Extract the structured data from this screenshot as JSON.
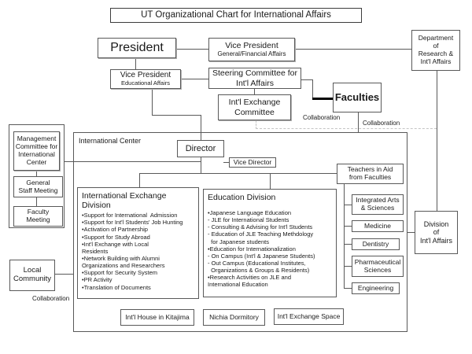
{
  "title": "UT Organizational Chart for International Affairs",
  "colors": {
    "border": "#595959",
    "line": "#595959",
    "thick_line": "#000000",
    "dashed": "#c4c4c4",
    "background": "#ffffff"
  },
  "nodes": {
    "president": "President",
    "vp_general": {
      "title": "Vice President",
      "sub": "General/Financial  Affairs"
    },
    "vp_educational": {
      "title": "Vice President",
      "sub": "Educational  Affairs"
    },
    "steering_committee": "Steering Committee for\nInt'l Affairs",
    "dept_research": "Department\nof\nResearch &\nInt'l Affairs",
    "intl_exchange_committee": "Int'l Exchange\nCommittee",
    "faculties": "Faculties",
    "intl_center_label": "International  Center",
    "director": "Director",
    "vice_director": "Vice Director",
    "mgmt_committee": "Management\nCommittee for\nInternational\nCenter",
    "general_staff_meeting": "General\nStaff Meeting",
    "faculty_meeting": "Faculty\nMeeting",
    "local_community": "Local\nCommunity",
    "teachers_in_aid": "Teachers in Aid\nfrom Faculties",
    "faculty_list": [
      "Integrated Arts\n& Sciences",
      "Medicine",
      "Dentistry",
      "Pharmaceutical\nSciences",
      "Engineering"
    ],
    "division_intl_affairs": "Division\nof\nInt'l Affairs",
    "intl_house": "Int'l House in Kitajima",
    "nichia_dormitory": "Nichia Dormitory",
    "intl_exchange_space": "Int'l Exchange Space"
  },
  "labels": {
    "collaboration_1": "Collaboration",
    "collaboration_2": "Collaboration",
    "collaboration_3": "Collaboration"
  },
  "ied": {
    "title": "International  Exchange\nDivision",
    "items": [
      "•Support for International  Admission",
      "•Support for Int'l Students' Job Hunting",
      "•Activation of Partnership",
      "•Support for Study Abroad",
      "•Int'l Exchange with Local\nResidents",
      "•Network Building with Alumni\nOrganizations and Researchers",
      "•Support for Security System",
      "•PR Activity",
      "•Translation of Documents"
    ]
  },
  "edu": {
    "title": "Education Division",
    "items": [
      "•Japanese Language Education",
      "- JLE for International Students",
      "- Consulting & Advising for Int'l Students",
      "- Education of JLE Teaching Methdology\n  for Japanese students",
      "•Education for Internationalization",
      "- On Campus (Int'l & Japanese Students)",
      "- Out Campus (Educational Institutes,\n  Organizations & Groups & Residents)",
      "•Research Activities on JLE and\nInternational Education"
    ]
  }
}
